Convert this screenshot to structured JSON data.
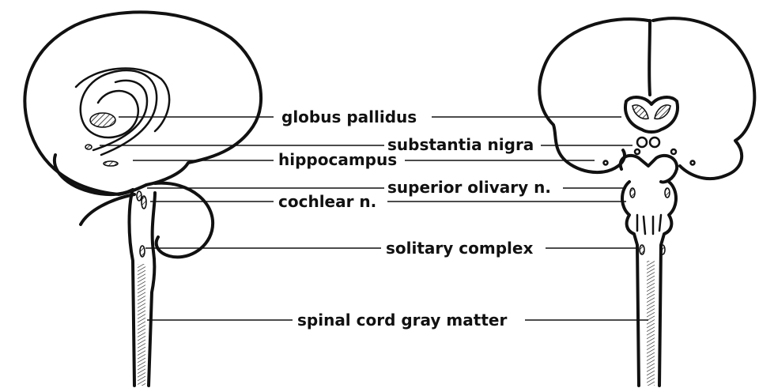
{
  "labels": {
    "globus_pallidus": "globus pallidus",
    "substantia_nigra": "substantia nigra",
    "hippocampus": "hippocampus",
    "superior_olivary": "superior olivary n.",
    "cochlear": "cochlear n.",
    "solitary_complex": "solitary complex",
    "spinal_cord_gray": "spinal cord gray matter"
  },
  "colors": {
    "ink": "#111111",
    "background": "#ffffff"
  }
}
